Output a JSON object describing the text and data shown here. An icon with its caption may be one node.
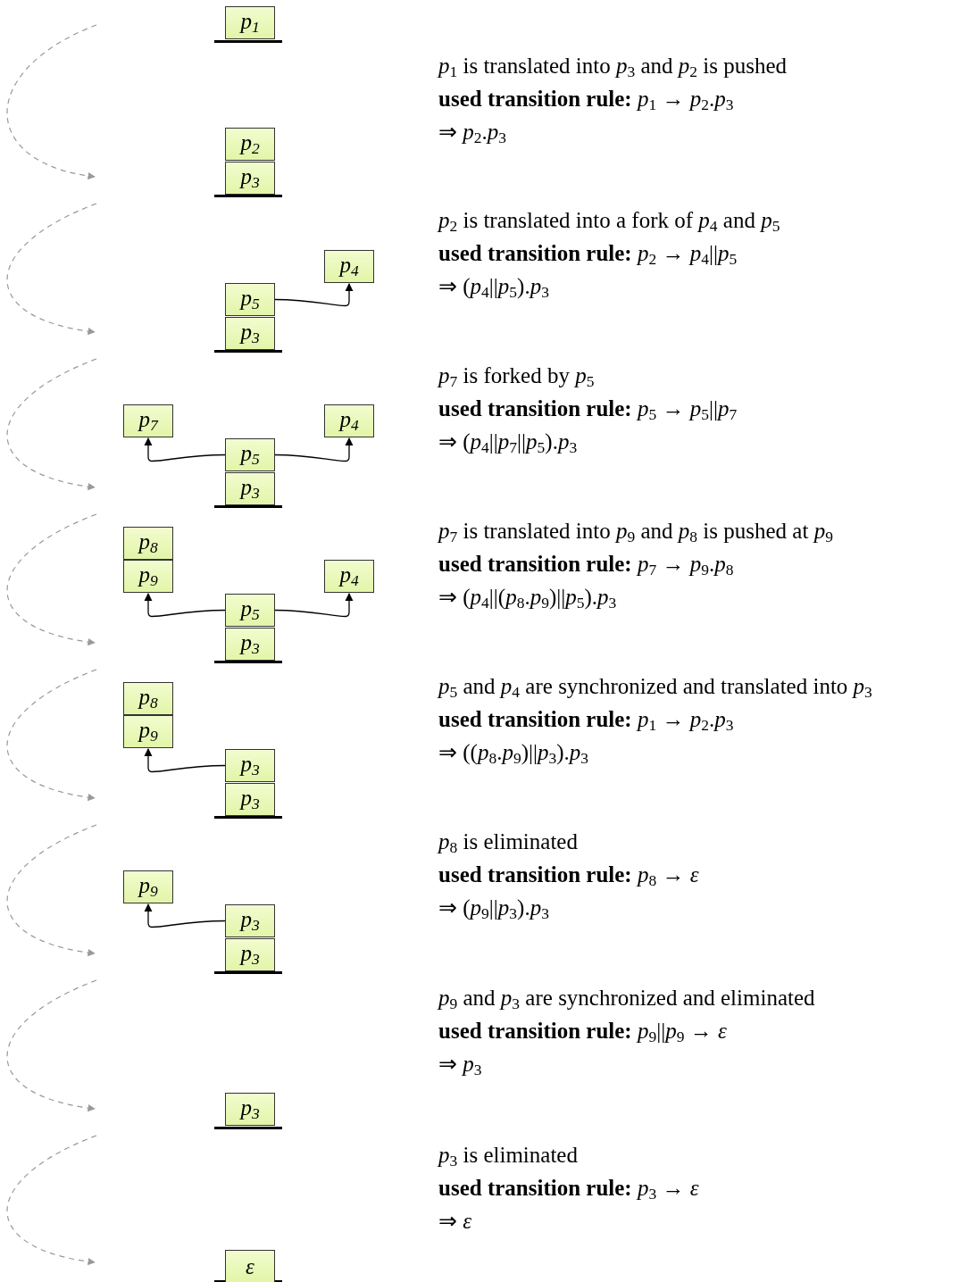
{
  "diagram": {
    "nodes": [
      {
        "text": [
          "p$_{1}$"
        ]
      },
      {
        "text": [
          "p$_{2}$"
        ]
      },
      {
        "text": [
          "p$_{3}$"
        ]
      },
      {
        "text": [
          "p$_{4}$"
        ]
      },
      {
        "text": [
          "p$_{5}$"
        ]
      },
      {
        "text": [
          "p$_{3}$"
        ]
      },
      {
        "text": [
          "p$_{7}$"
        ]
      },
      {
        "text": [
          "p$_{4}$"
        ]
      },
      {
        "text": [
          "p$_{5}$"
        ]
      },
      {
        "text": [
          "p$_{3}$"
        ]
      },
      {
        "text": [
          "p$_{8}$"
        ]
      },
      {
        "text": [
          "p$_{9}$"
        ]
      },
      {
        "text": [
          "p$_{4}$"
        ]
      },
      {
        "text": [
          "p$_{5}$"
        ]
      },
      {
        "text": [
          "p$_{3}$"
        ]
      },
      {
        "text": [
          "p$_{8}$"
        ]
      },
      {
        "text": [
          "p$_{9}$"
        ]
      },
      {
        "text": [
          "p$_{3}$"
        ]
      },
      {
        "text": [
          "p$_{3}$"
        ]
      },
      {
        "text": [
          "p$_{9}$"
        ]
      },
      {
        "text": [
          "p$_{3}$"
        ]
      },
      {
        "text": [
          "p$_{3}$"
        ]
      },
      {
        "text": [
          "p$_{3}$"
        ]
      },
      {
        "text": [
          "ε"
        ]
      }
    ],
    "edges": [
      {
        "from": 4,
        "to": 3,
        "arrow": "to"
      },
      {
        "from": 8,
        "to": 6,
        "arrow": "to"
      },
      {
        "from": 8,
        "to": 7,
        "arrow": "to"
      },
      {
        "from": 13,
        "to": 11,
        "arrow": "to"
      },
      {
        "from": 13,
        "to": 12,
        "arrow": "to"
      },
      {
        "from": 17,
        "to": 16,
        "arrow": "to"
      },
      {
        "from": 20,
        "to": 19,
        "arrow": "to"
      }
    ],
    "labels": [
      "*p*$_{1}$ is translated into *p*$_{3}$ and *p*$_{2}$ is pushed",
      "**used transition rule:** *p*$_{1}$ → *p*$_{2}$.*p*$_{3}$",
      "⇒ *p*$_{2}$.*p*$_{3}$",
      "*p*$_{2}$ is translated into a fork of *p*$_{4}$ and *p*$_{5}$",
      "**used transition rule:** *p*$_{2}$ → *p*$_{4}$||*p*$_{5}$",
      "⇒ (*p*$_{4}$||*p*$_{5}$).*p*$_{3}$",
      "*p*$_{7}$ is forked by *p*$_{5}$",
      "**used transition rule:** *p*$_{5}$ → *p*$_{5}$||*p*$_{7}$",
      "⇒ (*p*$_{4}$||*p*$_{7}$||*p*$_{5}$).*p*$_{3}$",
      "*p*$_{7}$ is translated into *p*$_{9}$ and *p*$_{8}$ is pushed at *p*$_{9}$",
      "**used transition rule:** *p*$_{7}$ → *p*$_{9}$.*p*$_{8}$",
      "⇒ (*p*$_{4}$||(*p*$_{8}$.*p*$_{9}$)||*p*$_{5}$).*p*$_{3}$",
      "*p*$_{5}$ and *p*$_{4}$ are synchronized and translated into *p*$_{3}$",
      "**used transition rule:** *p*$_{1}$ → *p*$_{2}$.*p*$_{3}$",
      "⇒ ((*p*$_{8}$.*p*$_{9}$)||*p*$_{3}$).*p*$_{3}$",
      "*p*$_{8}$ is eliminated",
      "**used transition rule:** *p*$_{8}$ → *ε*",
      "⇒ (*p*$_{9}$||*p*$_{3}$).*p*$_{3}$",
      "*p*$_{9}$ and *p*$_{3}$ are synchronized and eliminated",
      "**used transition rule:** *p*$_{9}$||*p*$_{9}$ → *ε*",
      "⇒ *p*$_{3}$",
      "*p*$_{3}$ is eliminated",
      "**used transition rule:** *p*$_{3}$ → *ε*",
      "⇒ *ε*"
    ]
  }
}
